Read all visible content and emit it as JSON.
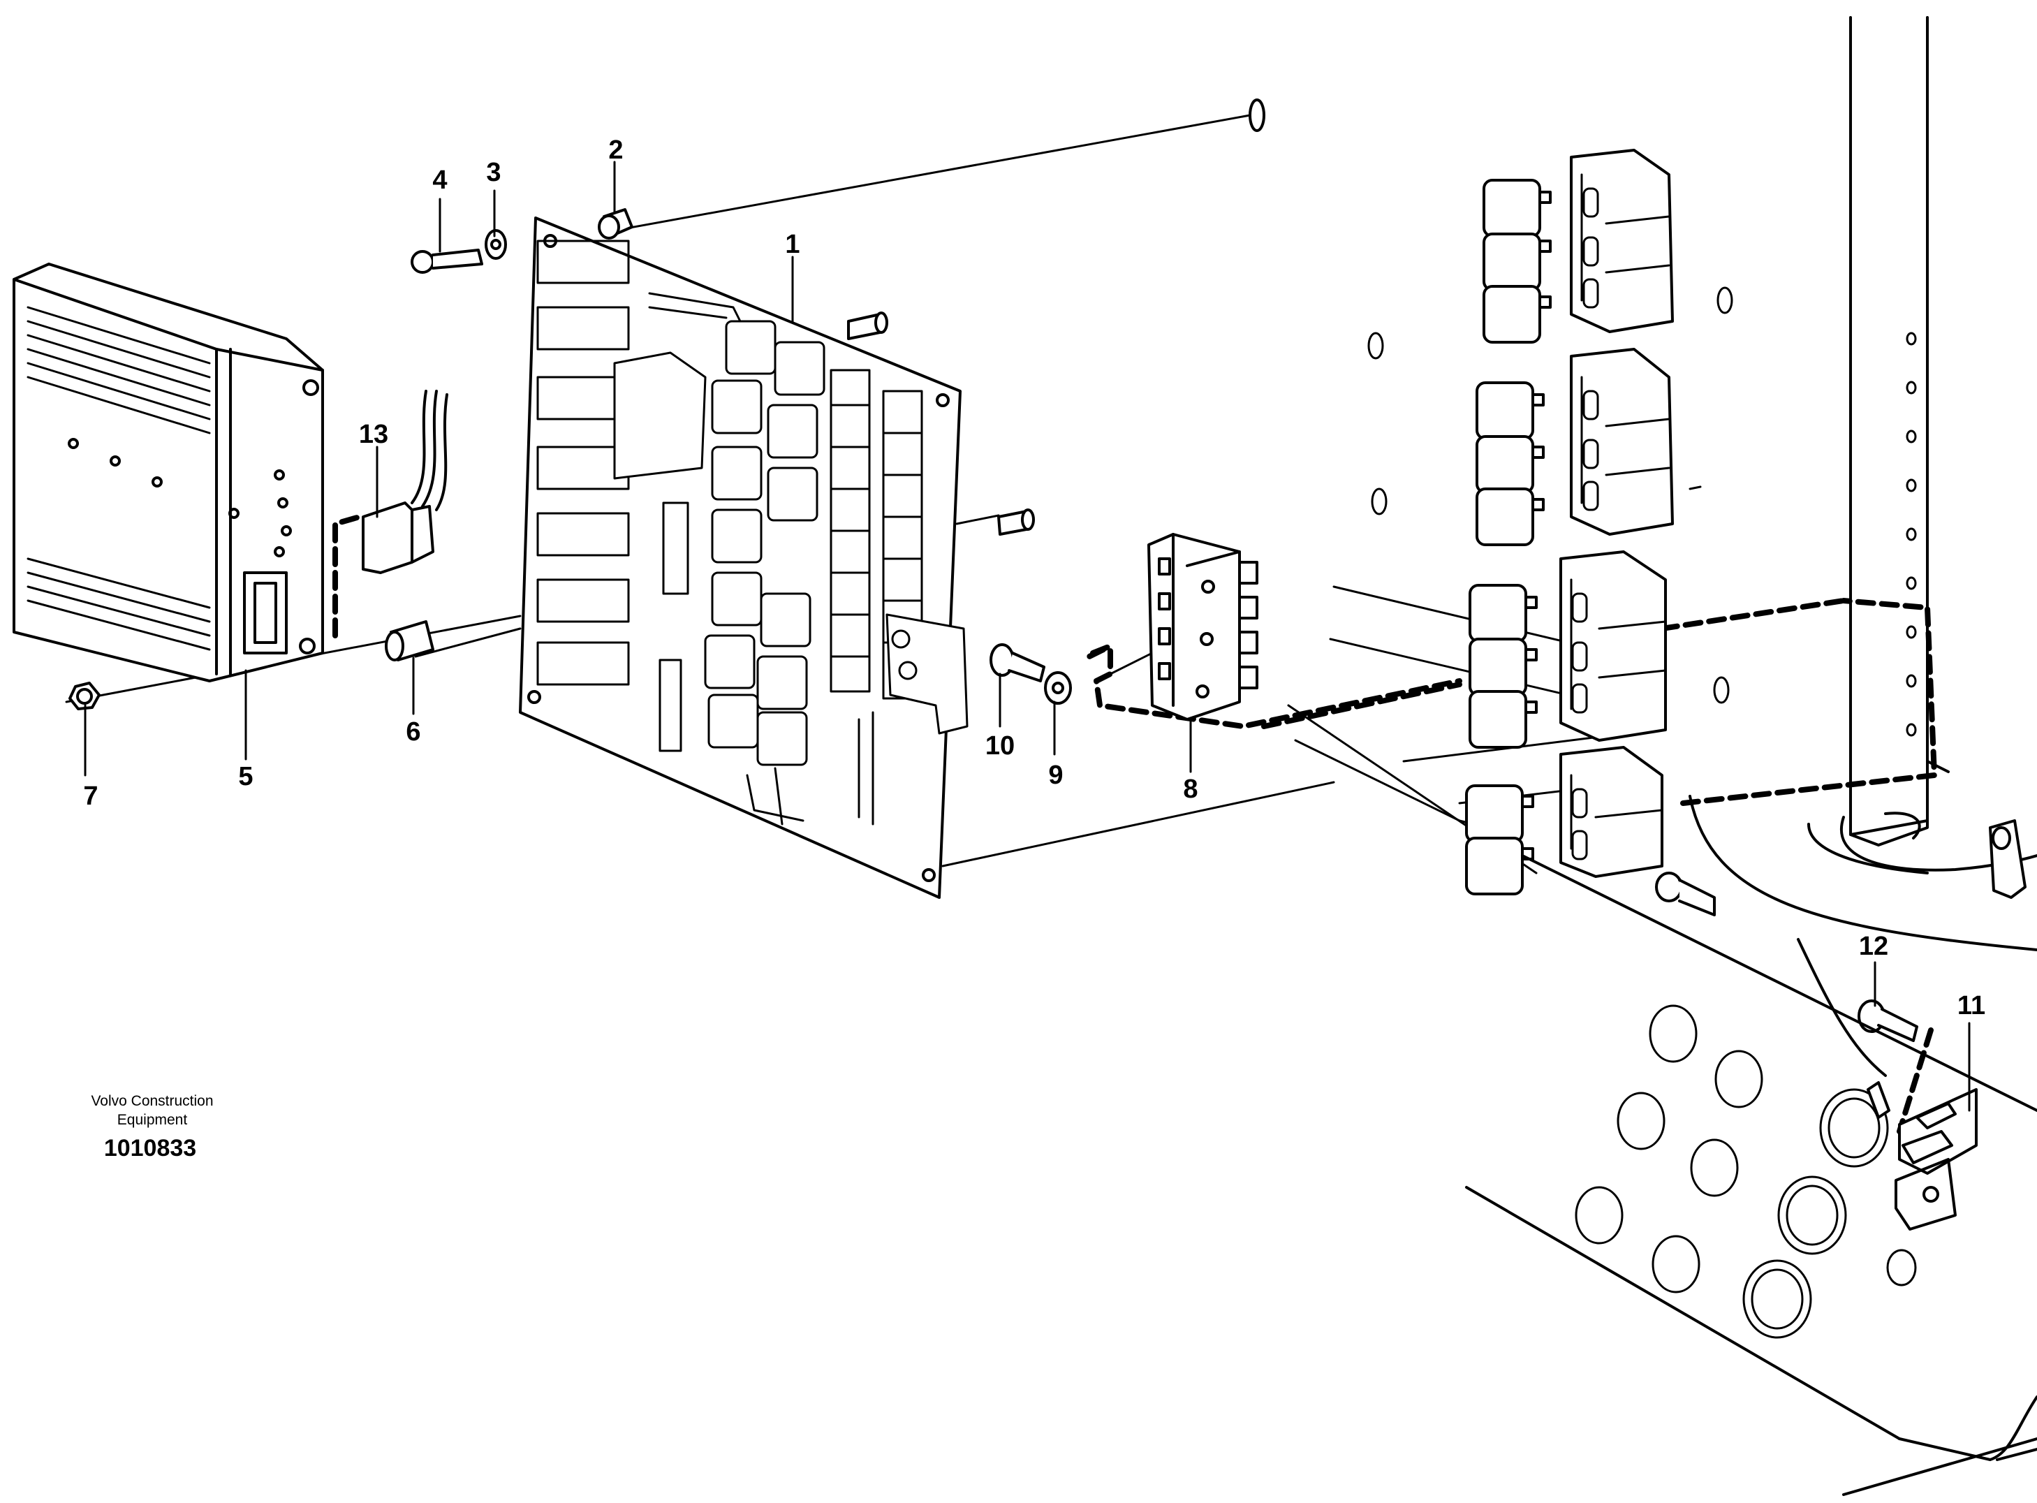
{
  "diagram": {
    "callouts": {
      "c1": "1",
      "c2": "2",
      "c3": "3",
      "c4": "4",
      "c5": "5",
      "c6": "6",
      "c7": "7",
      "c8": "8",
      "c9": "9",
      "c10": "10",
      "c11": "11",
      "c12": "12",
      "c13": "13"
    },
    "credit": {
      "line1": "Volvo Construction",
      "line2": "Equipment",
      "drawing_number": "1010833"
    }
  },
  "colors": {
    "ink": "#000000",
    "paper": "#ffffff"
  }
}
